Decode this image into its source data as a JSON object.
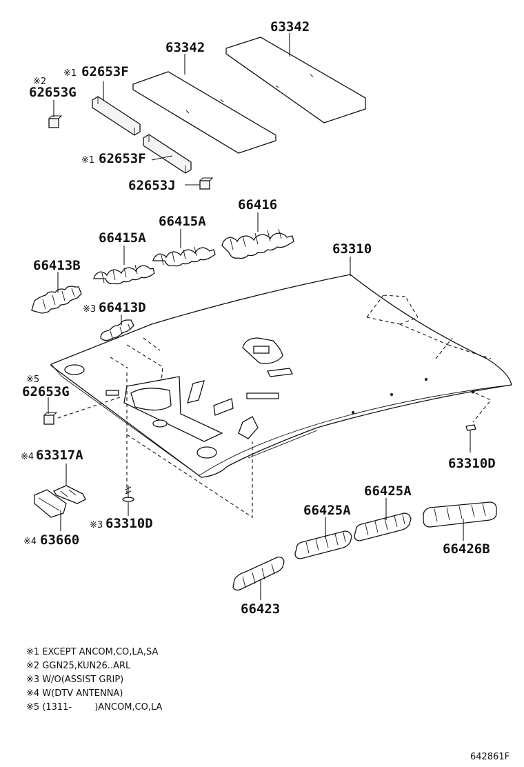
{
  "labels": {
    "l_63342_a": "63342",
    "l_63342_b": "63342",
    "l_62653f_top_mark": "※1",
    "l_62653f_top": "62653F",
    "l_62653g_top_mark": "※2",
    "l_62653g_top": "62653G",
    "l_62653f_mid_mark": "※1",
    "l_62653f_mid": "62653F",
    "l_62653j": "62653J",
    "l_66416": "66416",
    "l_66415a_right": "66415A",
    "l_66415a_left": "66415A",
    "l_66413b": "66413B",
    "l_63310": "63310",
    "l_66413d_mark": "※3",
    "l_66413d": "66413D",
    "l_62653g_bottom_mark": "※5",
    "l_62653g_bottom": "62653G",
    "l_63317a_mark": "※4",
    "l_63317a": "63317A",
    "l_63660_mark": "※4",
    "l_63660": "63660",
    "l_63310d_left_mark": "※3",
    "l_63310d_left": "63310D",
    "l_63310d_right": "63310D",
    "l_66425a_right": "66425A",
    "l_66425a_left": "66425A",
    "l_66426b": "66426B",
    "l_66423": "66423"
  },
  "notes": [
    "※1 EXCEPT ANCOM,CO,LA,SA",
    "※2 GGN25,KUN26..ARL",
    "※3 W/O(ASSIST GRIP)",
    "※4 W(DTV ANTENNA)",
    "※5 (1311-        )ANCOM,CO,LA"
  ],
  "diagram_code": "642861F"
}
